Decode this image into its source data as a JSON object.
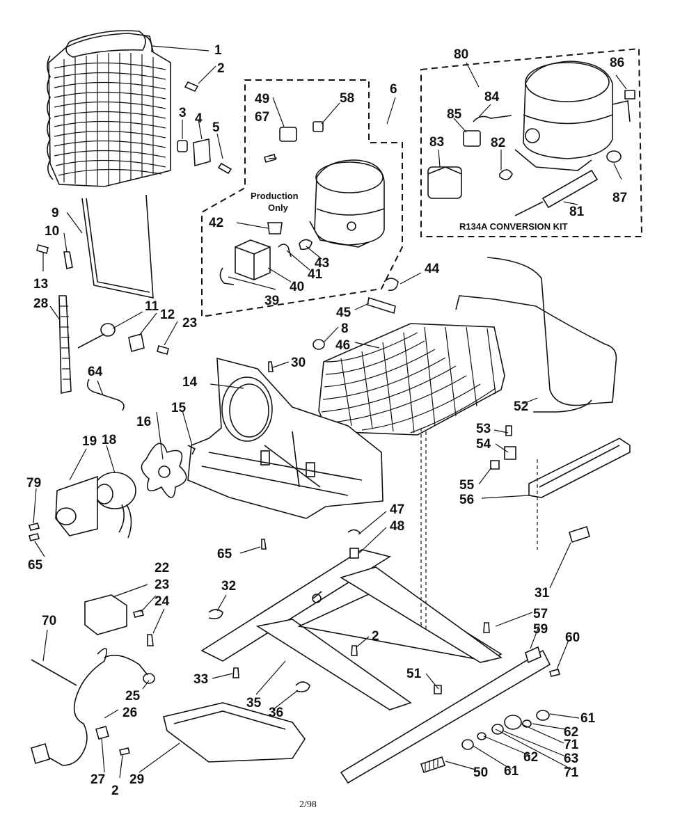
{
  "notes": {
    "production_only_line1": "Production",
    "production_only_line2": "Only",
    "conversion_kit": "R134A CONVERSION KIT"
  },
  "footer": {
    "page_code": "2/98"
  },
  "callouts": [
    {
      "id": "c1",
      "label": "1"
    },
    {
      "id": "c2a",
      "label": "2"
    },
    {
      "id": "c3",
      "label": "3"
    },
    {
      "id": "c4",
      "label": "4"
    },
    {
      "id": "c5",
      "label": "5"
    },
    {
      "id": "c6",
      "label": "6"
    },
    {
      "id": "c49",
      "label": "49"
    },
    {
      "id": "c67",
      "label": "67"
    },
    {
      "id": "c58",
      "label": "58"
    },
    {
      "id": "c80",
      "label": "80"
    },
    {
      "id": "c84",
      "label": "84"
    },
    {
      "id": "c85",
      "label": "85"
    },
    {
      "id": "c86",
      "label": "86"
    },
    {
      "id": "c83",
      "label": "83"
    },
    {
      "id": "c82",
      "label": "82"
    },
    {
      "id": "c87",
      "label": "87"
    },
    {
      "id": "c81",
      "label": "81"
    },
    {
      "id": "c9",
      "label": "9"
    },
    {
      "id": "c10",
      "label": "10"
    },
    {
      "id": "c13",
      "label": "13"
    },
    {
      "id": "c42",
      "label": "42"
    },
    {
      "id": "c43",
      "label": "43"
    },
    {
      "id": "c41",
      "label": "41"
    },
    {
      "id": "c40",
      "label": "40"
    },
    {
      "id": "c39",
      "label": "39"
    },
    {
      "id": "c44",
      "label": "44"
    },
    {
      "id": "c45",
      "label": "45"
    },
    {
      "id": "c8",
      "label": "8"
    },
    {
      "id": "c46",
      "label": "46"
    },
    {
      "id": "c28",
      "label": "28"
    },
    {
      "id": "c11",
      "label": "11"
    },
    {
      "id": "c12",
      "label": "12"
    },
    {
      "id": "c23a",
      "label": "23"
    },
    {
      "id": "c30",
      "label": "30"
    },
    {
      "id": "c14",
      "label": "14"
    },
    {
      "id": "c64",
      "label": "64"
    },
    {
      "id": "c15",
      "label": "15"
    },
    {
      "id": "c16",
      "label": "16"
    },
    {
      "id": "c19",
      "label": "19"
    },
    {
      "id": "c18",
      "label": "18"
    },
    {
      "id": "c52",
      "label": "52"
    },
    {
      "id": "c53",
      "label": "53"
    },
    {
      "id": "c54",
      "label": "54"
    },
    {
      "id": "c55",
      "label": "55"
    },
    {
      "id": "c56",
      "label": "56"
    },
    {
      "id": "c79",
      "label": "79"
    },
    {
      "id": "c65a",
      "label": "65"
    },
    {
      "id": "c47",
      "label": "47"
    },
    {
      "id": "c48",
      "label": "48"
    },
    {
      "id": "c65b",
      "label": "65"
    },
    {
      "id": "c22",
      "label": "22"
    },
    {
      "id": "c23b",
      "label": "23"
    },
    {
      "id": "c24",
      "label": "24"
    },
    {
      "id": "c32",
      "label": "32"
    },
    {
      "id": "c31",
      "label": "31"
    },
    {
      "id": "c70",
      "label": "70"
    },
    {
      "id": "c57",
      "label": "57"
    },
    {
      "id": "c59",
      "label": "59"
    },
    {
      "id": "c60",
      "label": "60"
    },
    {
      "id": "c2b",
      "label": "2"
    },
    {
      "id": "c33",
      "label": "33"
    },
    {
      "id": "c51",
      "label": "51"
    },
    {
      "id": "c25",
      "label": "25"
    },
    {
      "id": "c26",
      "label": "26"
    },
    {
      "id": "c35",
      "label": "35"
    },
    {
      "id": "c36",
      "label": "36"
    },
    {
      "id": "c61a",
      "label": "61"
    },
    {
      "id": "c62a",
      "label": "62"
    },
    {
      "id": "c71a",
      "label": "71"
    },
    {
      "id": "c63",
      "label": "63"
    },
    {
      "id": "c62b",
      "label": "62"
    },
    {
      "id": "c71b",
      "label": "71"
    },
    {
      "id": "c50",
      "label": "50"
    },
    {
      "id": "c61b",
      "label": "61"
    },
    {
      "id": "c27",
      "label": "27"
    },
    {
      "id": "c2c",
      "label": "2"
    },
    {
      "id": "c29",
      "label": "29"
    }
  ]
}
